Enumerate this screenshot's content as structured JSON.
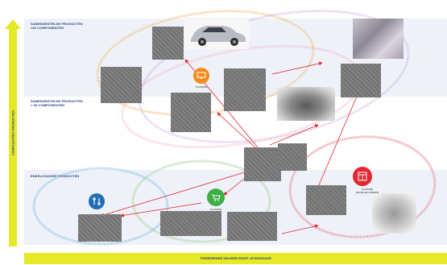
{
  "bands": {
    "top": {
      "line1": "SAMENGESTELDE PRODUCTEN",
      "line2": ">50 COMPONENTEN"
    },
    "middle": {
      "line1": "SAMENGESTELDE PRODUCTEN",
      "line2": "< 50 COMPONENTEN"
    },
    "bottom": {
      "line1": "ENKELVOUDIGE PRODUCTEN"
    }
  },
  "axes": {
    "y_label": "COMPLEXITEIT PRODUCTEN",
    "x_label": "TOENEMENDE WAARDE EN/OF LEVENSDUUR"
  },
  "clusters": {
    "orange": {
      "label": "CLUSTER",
      "color": "#f28c1e"
    },
    "red": {
      "label_line1": "CLUSTER",
      "label_line2": "BOUW EN CONSTR",
      "color": "#e3262f"
    },
    "green": {
      "label": "CLUSTER",
      "color": "#3fae49"
    },
    "blue": {
      "color": "#1f6fb5"
    }
  },
  "colors": {
    "band_tint": "#eef2f8",
    "axis_yellow": "#e4e928",
    "text_navy": "#1f3f7a",
    "arrow_red": "#e3262f"
  }
}
